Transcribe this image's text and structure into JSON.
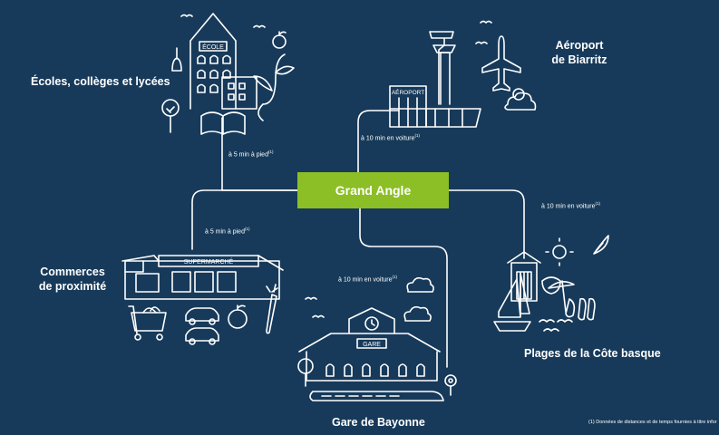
{
  "hub": {
    "label": "Grand Angle"
  },
  "destinations": {
    "schools": {
      "label": "Écoles, collèges et lycées",
      "time": "à 5 min à pied"
    },
    "airport": {
      "label": "Aéroport de Biarritz",
      "time": "à 10 min en voiture"
    },
    "shops": {
      "label": "Commerces de proximité",
      "time": "à 5 min à pied"
    },
    "station": {
      "label": "Gare de Bayonne",
      "time": "à 10 min en voiture"
    },
    "beaches": {
      "label": "Plages de la Côte basque",
      "time": "à 10 min en voiture"
    }
  },
  "footnote_marker": "(1)",
  "building_signs": {
    "school": "ÉCOLE",
    "airport": "AÉROPORT",
    "supermarket": "SUPERMARCHÉ",
    "station": "GARE"
  },
  "footnote": "(1) Données de distances et de temps fournies à titre infor",
  "colors": {
    "background": "#173a5a",
    "accent": "#8cbf26",
    "line": "#ffffff"
  }
}
